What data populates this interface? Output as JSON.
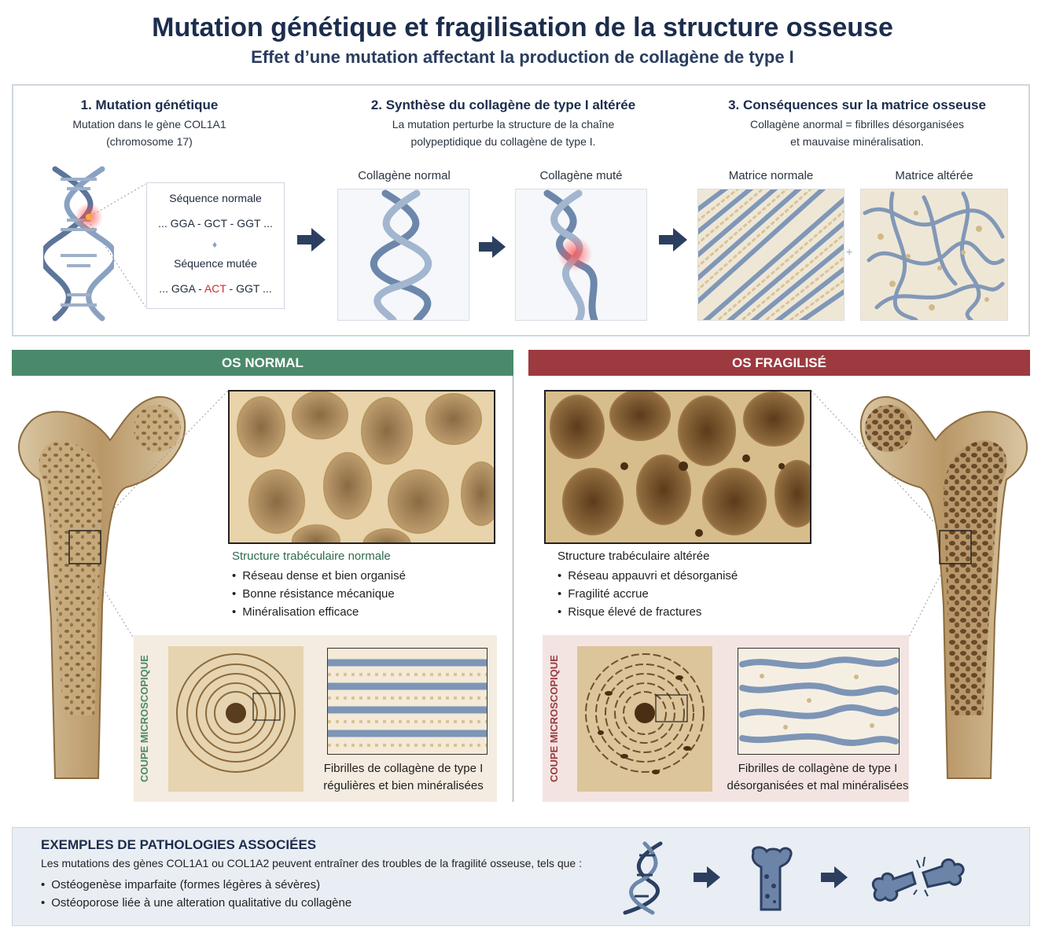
{
  "header": {
    "title": "Mutation génétique et fragilisation de la structure osseuse",
    "subtitle": "Effet d’une mutation affectant la production de collagène de type I"
  },
  "steps": [
    {
      "title": "1. Mutation génétique",
      "desc_1": "Mutation dans le gène COL1A1",
      "desc_2": "(chromosome 17)"
    },
    {
      "title": "2. Synthèse du collagène de type I altérée",
      "desc_1": "La mutation perturbe la structure de la chaîne",
      "desc_2": "polypeptidique du collagène de type I."
    },
    {
      "title": "3. Conséquences sur la matrice osseuse",
      "desc_1": "Collagène anormal = fibrilles désorganisées",
      "desc_2": "et mauvaise minéralisation."
    }
  ],
  "sequence": {
    "normal_label": "Séquence normale",
    "normal_seq": "... GGA - GCT - GGT ...",
    "mutated_label": "Séquence mutée",
    "mutated_prefix": "... GGA - ",
    "mutated_codon": "ACT",
    "mutated_suffix": " - GGT ...",
    "mutation_color": "#d32b2b"
  },
  "image_labels": {
    "collagen_normal": "Collagène normal",
    "collagen_mutated": "Collagène muté",
    "matrix_normal": "Matrice normale",
    "matrix_altered": "Matrice altérée"
  },
  "normal_bone": {
    "banner": "OS NORMAL",
    "color": "#4a8a6a",
    "structure_title": "Structure trabéculaire normale",
    "bullets": [
      "Réseau dense et bien organisé",
      "Bonne résistance mécanique",
      "Minéralisation efficace"
    ],
    "micro_label": "COUPE MICROSCOPIQUE",
    "fibril_caption_1": "Fibrilles de collagène de type I",
    "fibril_caption_2": "régulières et bien minéralisées"
  },
  "fragile_bone": {
    "banner": "OS FRAGILISÉ",
    "color": "#9c3a3f",
    "structure_title": "Structure trabéculaire altérée",
    "bullets": [
      "Réseau appauvri et désorganisé",
      "Fragilité accrue",
      "Risque élevé de fractures"
    ],
    "micro_label": "COUPE MICROSCOPIQUE",
    "fibril_caption_1": "Fibrilles de collagène de type I",
    "fibril_caption_2": "désorganisées et mal minéralisées"
  },
  "pathologies": {
    "title": "EXEMPLES DE PATHOLOGIES ASSOCIÉES",
    "intro": "Les mutations des gènes COL1A1 ou COL1A2 peuvent entraîner des troubles de la fragilité osseuse, tels que :",
    "items": [
      "Ostéogenèse imparfaite (formes légères à sévères)",
      "Ostéoporose liée à une alteration qualitative du collagène"
    ]
  },
  "icons": [
    "dna-icon",
    "arrow-right-icon",
    "bone-icon",
    "broken-bone-icon"
  ]
}
